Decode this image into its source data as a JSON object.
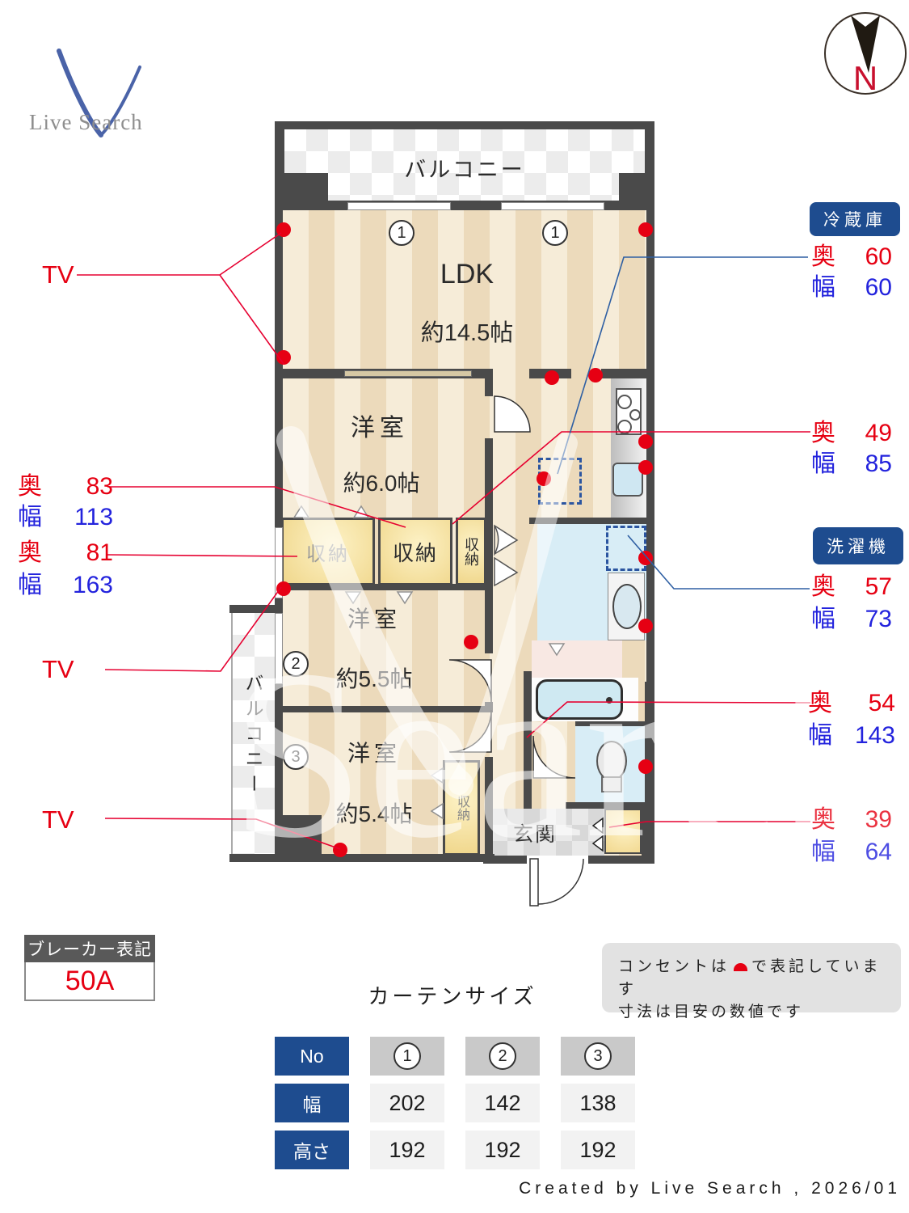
{
  "logo": {
    "text": "Live Search"
  },
  "compass": {
    "north": "N"
  },
  "plan": {
    "balcony_top": "バルコニー",
    "balcony_left": "バルコニー",
    "ldk": {
      "name": "LDK",
      "size": "約14.5帖"
    },
    "room1": {
      "name": "洋室",
      "size": "約6.0帖"
    },
    "room2": {
      "name": "洋室",
      "size": "約5.5帖"
    },
    "room3": {
      "name": "洋室",
      "size": "約5.4帖"
    },
    "storage_label": "収納",
    "genkan": "玄関",
    "window_tags": [
      "1",
      "2",
      "3"
    ]
  },
  "annotations": {
    "tv_label": "TV",
    "depth_label": "奥",
    "width_label": "幅",
    "left_dims": [
      {
        "depth": "83",
        "width": "113"
      },
      {
        "depth": "81",
        "width": "163"
      }
    ],
    "right_dims": [
      {
        "badge": "冷蔵庫",
        "depth": "60",
        "width": "60"
      },
      {
        "depth": "49",
        "width": "85"
      },
      {
        "badge": "洗濯機",
        "depth": "57",
        "width": "73"
      },
      {
        "depth": "54",
        "width": "143"
      },
      {
        "depth": "39",
        "width": "64"
      }
    ]
  },
  "breaker": {
    "title": "ブレーカー表記",
    "value": "50A"
  },
  "notes": {
    "line1_prefix": "コンセントは",
    "line1_suffix": "で表記しています",
    "line2": "寸法は目安の数値です"
  },
  "curtain_table": {
    "title": "カーテンサイズ",
    "row_headers": [
      "No",
      "幅",
      "高さ"
    ],
    "columns": [
      {
        "no": "1",
        "width": "202",
        "height": "192"
      },
      {
        "no": "2",
        "width": "142",
        "height": "192"
      },
      {
        "no": "3",
        "width": "138",
        "height": "192"
      }
    ]
  },
  "footer": {
    "credit": "Created by Live Search , 2026/01"
  },
  "colors": {
    "red": "#e60012",
    "blue": "#2323dd",
    "navy": "#1e4c8f",
    "wall": "#4a4a4a"
  }
}
